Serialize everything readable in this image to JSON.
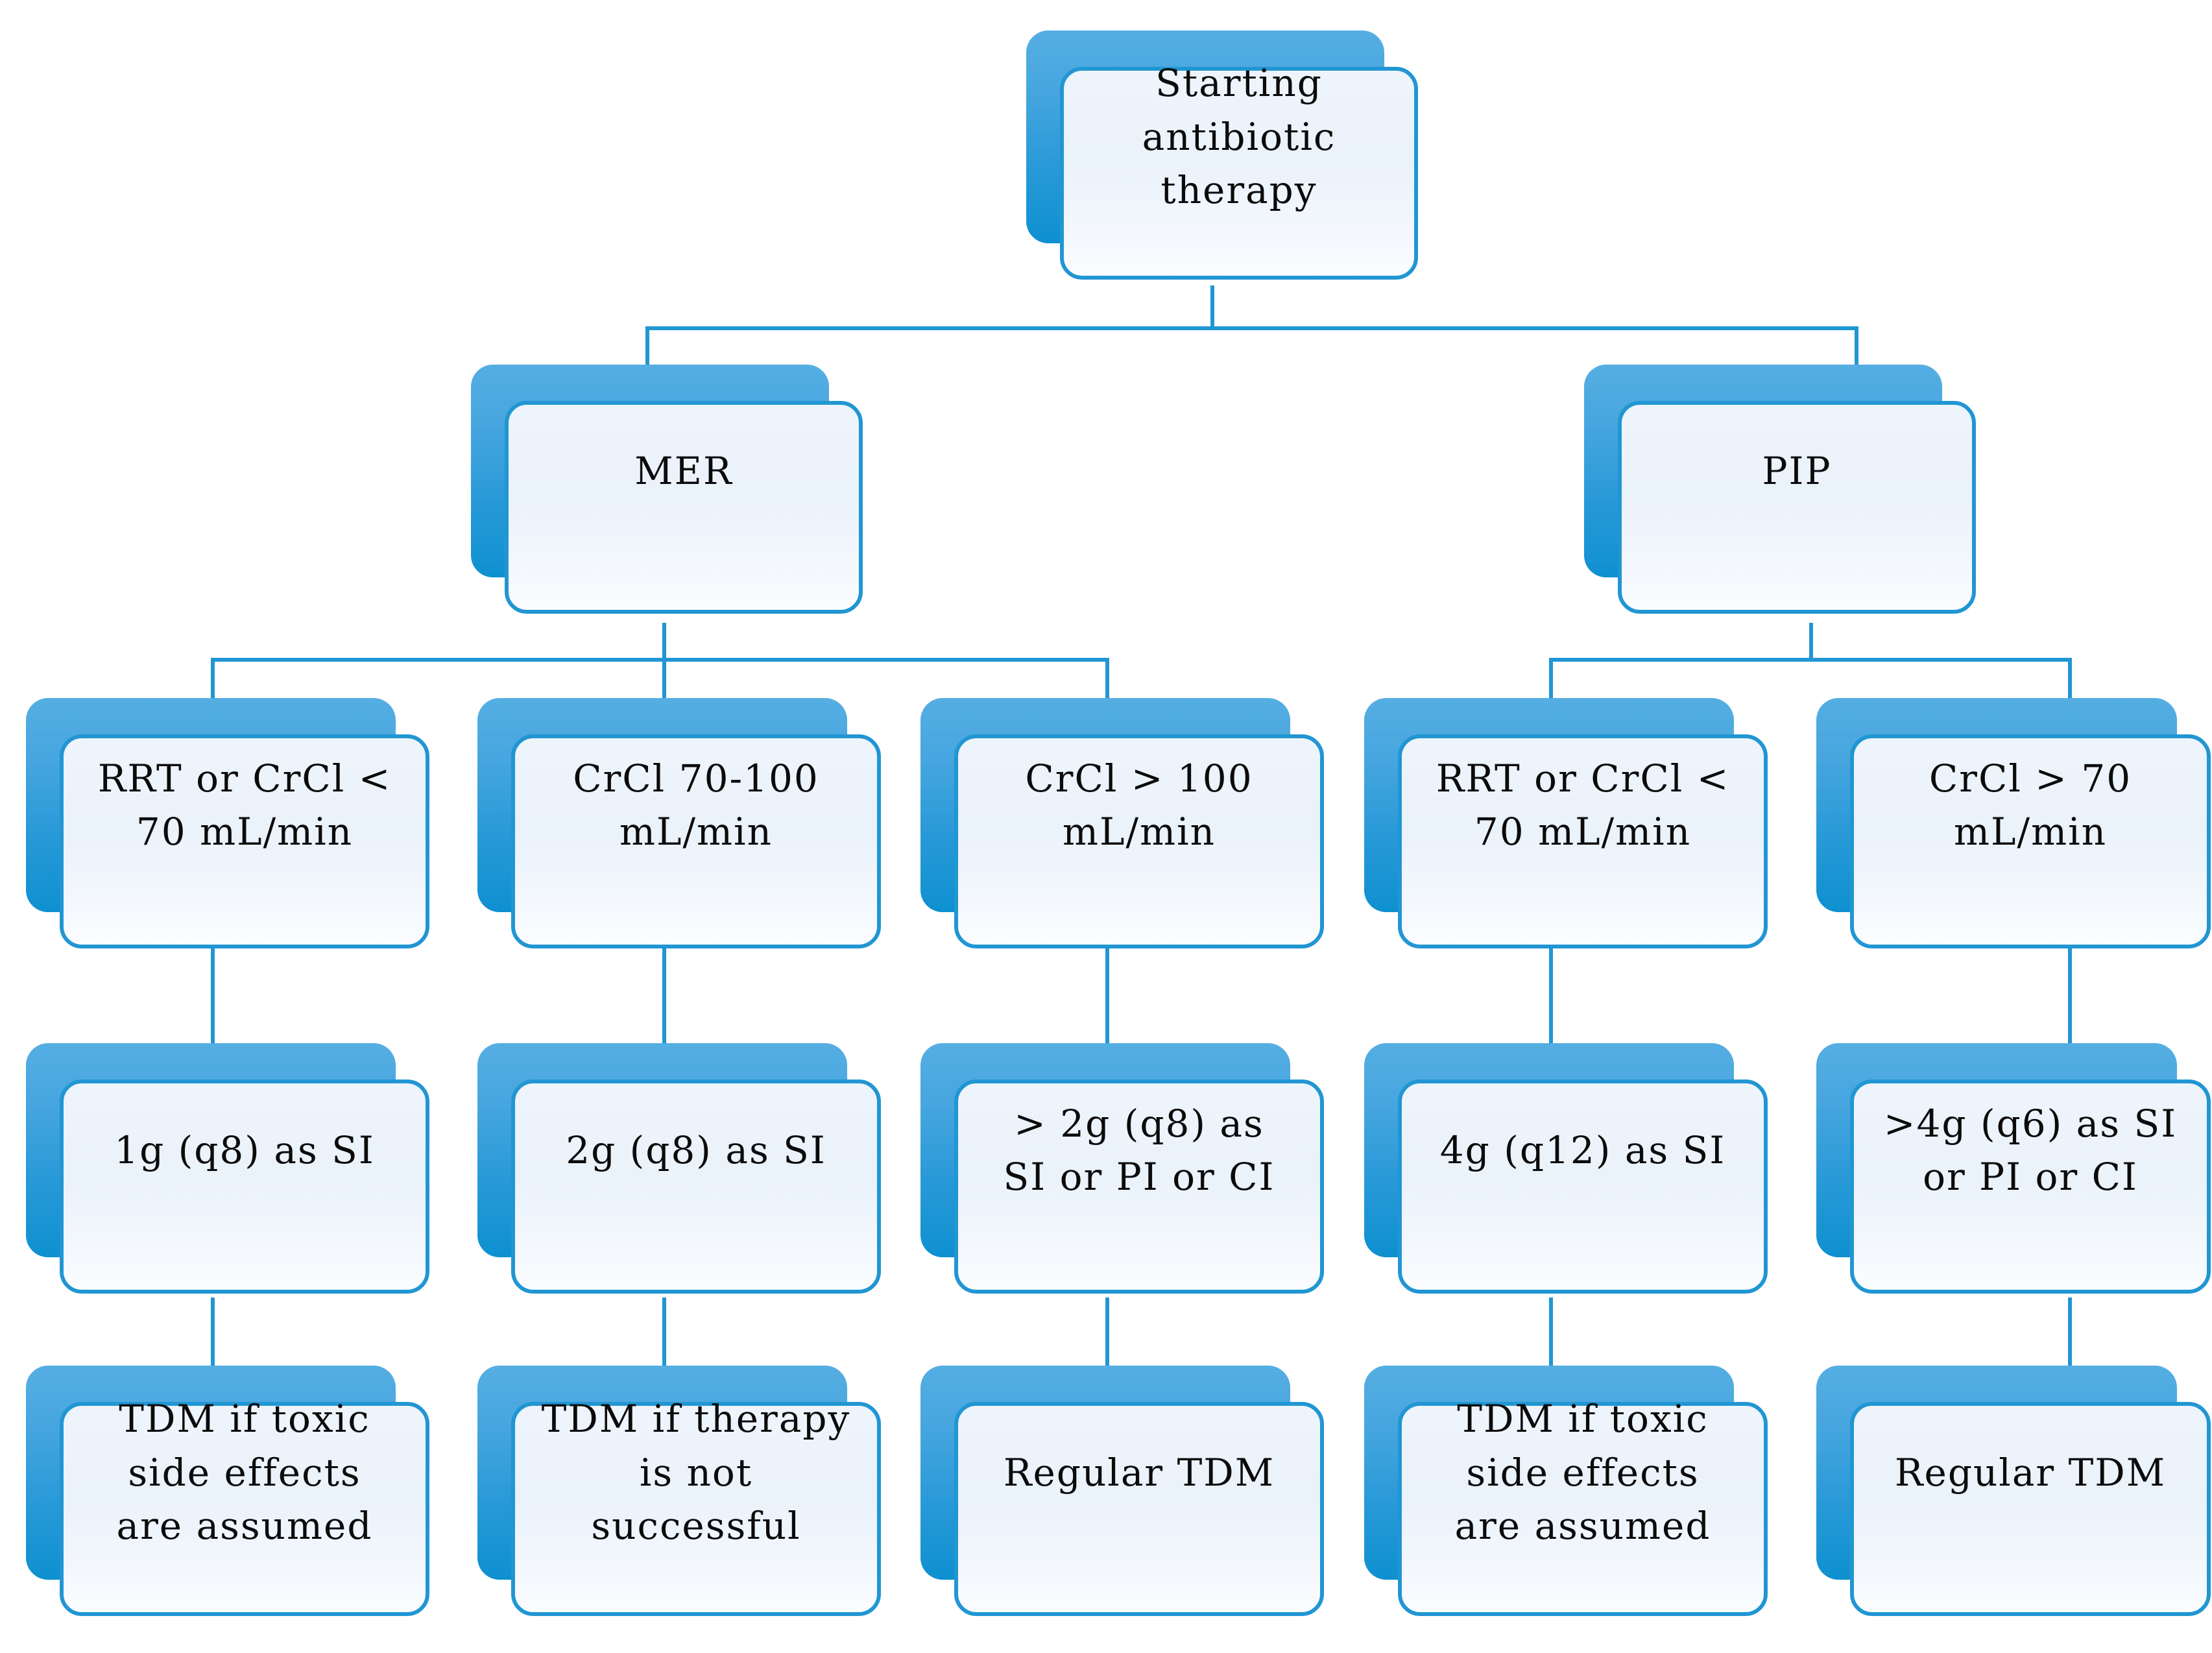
{
  "diagram": {
    "title": "Antibiotic therapy dosing and TDM decision flowchart",
    "colors": {
      "node_border": "#2196d3",
      "node_fill_top": "#eef4fb",
      "node_fill_bottom": "#fbfdff",
      "shadow_top": "#55aee2",
      "shadow_bottom": "#0e90d0",
      "connector": "#2196d3",
      "text": "#0b0b0b",
      "background": "#ffffff"
    },
    "levels": [
      {
        "name": "start",
        "nodes": [
          {
            "id": "start",
            "label": "Starting\nantibiotic\ntherapy"
          }
        ]
      },
      {
        "name": "drug",
        "nodes": [
          {
            "id": "mer",
            "label": "MER"
          },
          {
            "id": "pip",
            "label": "PIP"
          }
        ]
      },
      {
        "name": "renal-function",
        "nodes": [
          {
            "id": "mer-low",
            "label": "RRT or CrCl <\n70 mL/min"
          },
          {
            "id": "mer-mid",
            "label": "CrCl 70-100\nmL/min"
          },
          {
            "id": "mer-high",
            "label": "CrCl > 100\nmL/min"
          },
          {
            "id": "pip-low",
            "label": "RRT or CrCl <\n70 mL/min"
          },
          {
            "id": "pip-high",
            "label": "CrCl > 70\nmL/min"
          }
        ]
      },
      {
        "name": "dosing",
        "nodes": [
          {
            "id": "dose-mer-low",
            "label": "1g (q8) as SI"
          },
          {
            "id": "dose-mer-mid",
            "label": "2g (q8) as SI"
          },
          {
            "id": "dose-mer-high",
            "label": "> 2g (q8) as\nSI or PI or CI"
          },
          {
            "id": "dose-pip-low",
            "label": "4g (q12) as SI"
          },
          {
            "id": "dose-pip-high",
            "label": ">4g (q6) as SI\nor PI or CI"
          }
        ]
      },
      {
        "name": "monitoring",
        "nodes": [
          {
            "id": "tdm-mer-low",
            "label": "TDM if toxic\nside effects\nare assumed"
          },
          {
            "id": "tdm-mer-mid",
            "label": "TDM if therapy\nis not\nsuccessful"
          },
          {
            "id": "tdm-mer-high",
            "label": "Regular TDM"
          },
          {
            "id": "tdm-pip-low",
            "label": "TDM if toxic\nside effects\nare assumed"
          },
          {
            "id": "tdm-pip-high",
            "label": "Regular TDM"
          }
        ]
      }
    ]
  }
}
